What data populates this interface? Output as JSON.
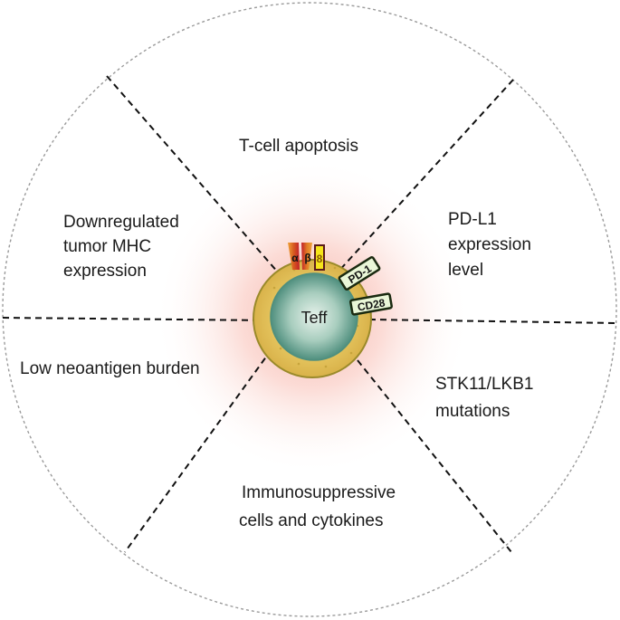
{
  "segments": {
    "top": "T-cell apoptosis",
    "upper_left": [
      "Downregulated",
      "tumor MHC",
      "expression"
    ],
    "upper_right": [
      "PD-L1",
      "expression",
      "level"
    ],
    "left": "Low neoantigen burden",
    "lower_right": [
      "STK11/LKB1",
      "mutations"
    ],
    "bottom": [
      "Immunosuppressive",
      "cells and cytokines"
    ]
  },
  "cell": {
    "nucleus_label": "Teff",
    "tcr_alpha": "α",
    "tcr_beta": "β",
    "coreceptor": "8",
    "receptor_pd1": "PD-1",
    "receptor_cd28": "CD28"
  },
  "colors": {
    "glow": "#f26a5a",
    "cytoplasm": "#e3c35c",
    "cytoplasm_edge": "#9a8a2a",
    "nucleus": "#5f9d8c",
    "nucleus_light": "#dfeee6",
    "receptor_box": "#eaf7d8",
    "receptor_edge": "#1a2a10",
    "tcr_orange": "#e8901f",
    "tcr_red": "#c2202a",
    "coreceptor_yellow": "#f6e51a",
    "coreceptor_dark": "#5a1a1a",
    "divider": "#111111",
    "outer_circle": "#9a9a9a"
  }
}
